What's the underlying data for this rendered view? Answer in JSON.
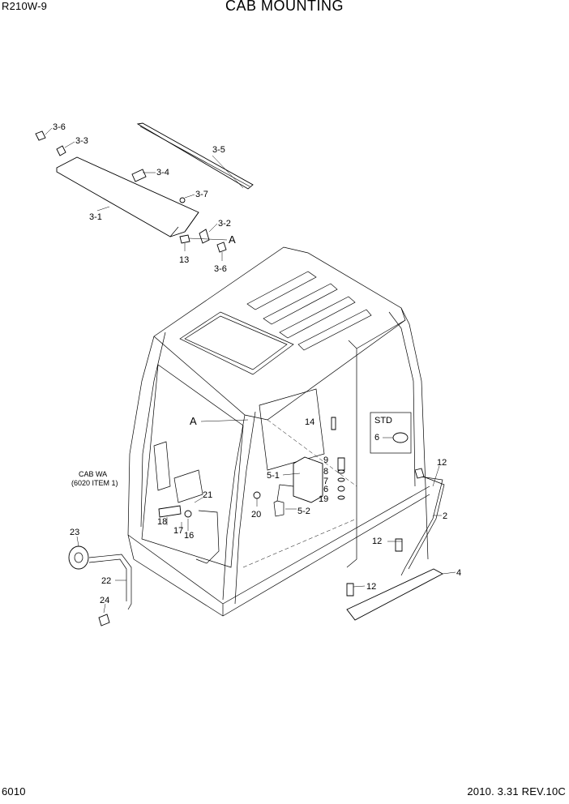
{
  "header": {
    "model": "R210W-9",
    "title": "CAB MOUNTING"
  },
  "footer": {
    "page_number": "6010",
    "date_rev": "2010. 3.31  REV.10C"
  },
  "note": {
    "line1": "CAB WA",
    "line2": "(6020 ITEM 1)"
  },
  "std_box": {
    "label": "STD",
    "item": "6"
  },
  "callouts": {
    "c3_6a": "3-6",
    "c3_3": "3-3",
    "c3_5": "3-5",
    "c3_4": "3-4",
    "c3_7": "3-7",
    "c3_1": "3-1",
    "c3_2": "3-2",
    "cA1": "A",
    "c13": "13",
    "c3_6b": "3-6",
    "cA2": "A",
    "c14": "14",
    "c12a": "12",
    "c9": "9",
    "c8": "8",
    "c7": "7",
    "c6": "6",
    "c19": "19",
    "c5_1": "5-1",
    "c5_2": "5-2",
    "c20": "20",
    "c2": "2",
    "c12b": "12",
    "c4": "4",
    "c12c": "12",
    "c21": "21",
    "c18": "18",
    "c17": "17",
    "c16": "16",
    "c23": "23",
    "c22": "22",
    "c24": "24"
  }
}
